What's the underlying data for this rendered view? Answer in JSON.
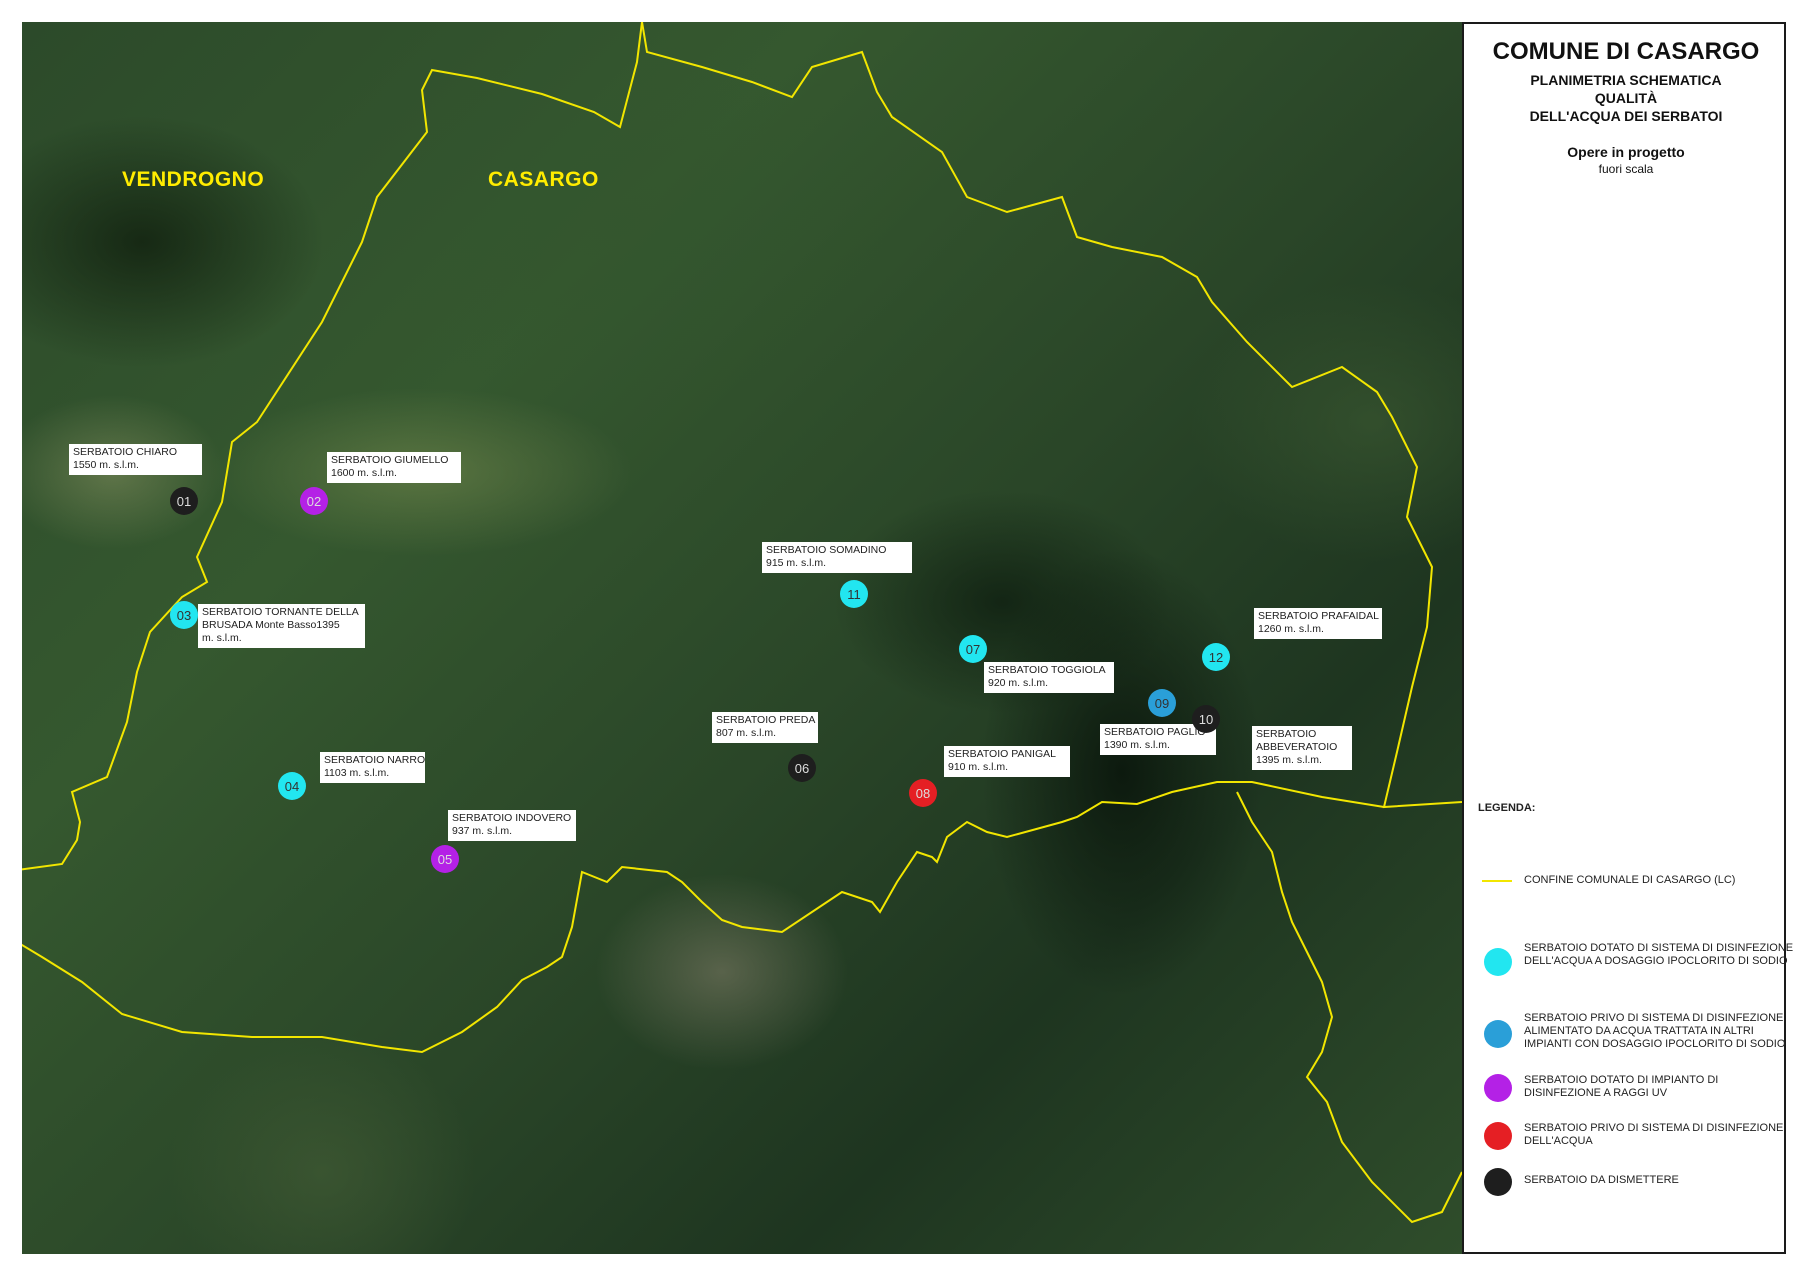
{
  "title": {
    "main": "COMUNE DI CASARGO",
    "line1": "PLANIMETRIA SCHEMATICA",
    "line2": "QUALITÀ",
    "line3": "DELL'ACQUA DEI SERBATOI",
    "section": "Opere in progetto",
    "scale_note": "fuori scala"
  },
  "map": {
    "place_names": [
      "VENDROGNO",
      "CASARGO"
    ],
    "boundary_color": "#f2e600",
    "reservoirs": [
      {
        "number": "01",
        "name": "SERBATOIO CHIARO",
        "elevation": "1550 m. s.l.m.",
        "category": "dismettere"
      },
      {
        "number": "02",
        "name": "SERBATOIO GIUMELLO",
        "elevation": "1600 m. s.l.m.",
        "category": "uv"
      },
      {
        "number": "03",
        "name": "SERBATOIO TORNANTE DELLA",
        "name2": "BRUSADA  Monte Basso1395",
        "elevation": "m. s.l.m.",
        "category": "ipoclorito"
      },
      {
        "number": "04",
        "name": "SERBATOIO NARRO",
        "elevation": "1103 m. s.l.m.",
        "category": "ipoclorito"
      },
      {
        "number": "05",
        "name": "SERBATOIO INDOVERO",
        "elevation": "937 m. s.l.m.",
        "category": "uv"
      },
      {
        "number": "06",
        "name": "SERBATOIO PREDA",
        "elevation": "807 m. s.l.m.",
        "category": "dismettere"
      },
      {
        "number": "07",
        "name": "SERBATOIO TOGGIOLA",
        "elevation": "920 m. s.l.m.",
        "category": "ipoclorito"
      },
      {
        "number": "08",
        "name": "SERBATOIO PANIGAL",
        "elevation": "910 m. s.l.m.",
        "category": "nessuna"
      },
      {
        "number": "09",
        "name": "SERBATOIO PAGLIO",
        "elevation": "1390 m. s.l.m.",
        "category": "acqua_trattata"
      },
      {
        "number": "10",
        "name": "SERBATOIO",
        "name2": "ABBEVERATOIO",
        "elevation": "1395 m. s.l.m.",
        "category": "dismettere"
      },
      {
        "number": "11",
        "name": "SERBATOIO SOMADINO",
        "elevation": "915 m. s.l.m.",
        "category": "ipoclorito"
      },
      {
        "number": "12",
        "name": "SERBATOIO PRAFAIDAL",
        "elevation": "1260 m. s.l.m.",
        "category": "ipoclorito"
      }
    ]
  },
  "legend": {
    "heading": "LEGENDA:",
    "boundary_label": "CONFINE COMUNALE DI CASARGO (LC)",
    "items": [
      {
        "key": "ipoclorito",
        "color": "#22e6f0",
        "text": "SERBATOIO DOTATO DI SISTEMA DI DISINFEZIONE DELL'ACQUA A DOSAGGIO IPOCLORITO DI SODIO"
      },
      {
        "key": "acqua_trattata",
        "color": "#2a9fd8",
        "text": "SERBATOIO PRIVO DI SISTEMA DI DISINFEZIONE ALIMENTATO DA ACQUA TRATTATA IN ALTRI IMPIANTI CON DOSAGGIO IPOCLORITO DI SODIO"
      },
      {
        "key": "uv",
        "color": "#b421e6",
        "text": "SERBATOIO DOTATO DI IMPIANTO DI DISINFEZIONE A  RAGGI UV"
      },
      {
        "key": "nessuna",
        "color": "#e51f24",
        "text": "SERBATOIO PRIVO DI SISTEMA DI DISINFEZIONE DELL'ACQUA"
      },
      {
        "key": "dismettere",
        "color": "#1e1e1e",
        "text": "SERBATOIO DA DISMETTERE"
      }
    ]
  }
}
